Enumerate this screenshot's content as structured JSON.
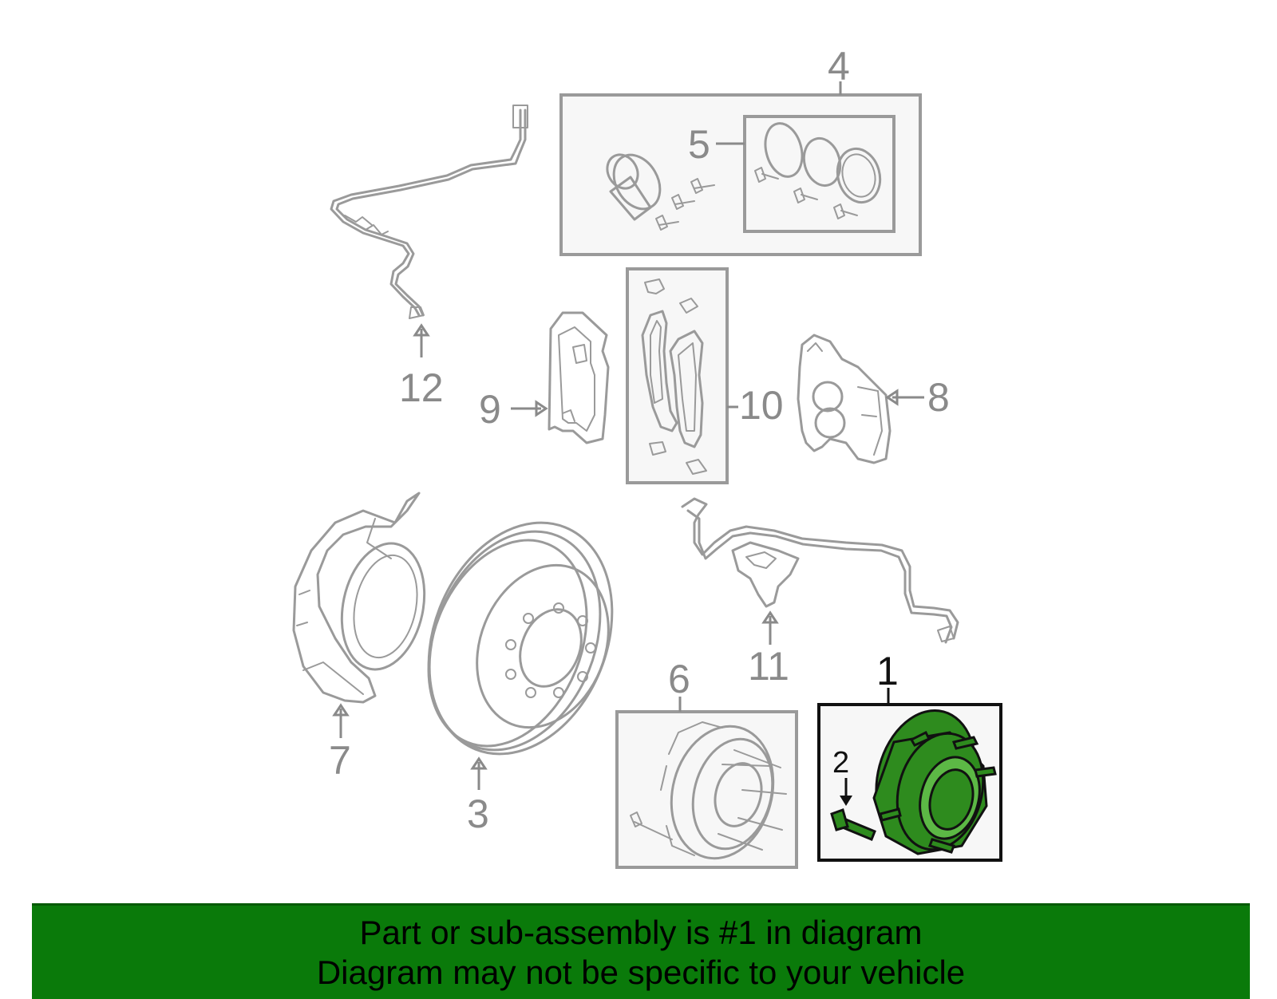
{
  "callouts": {
    "c1": "1",
    "c2": "2",
    "c3": "3",
    "c4": "4",
    "c5": "5",
    "c6": "6",
    "c7": "7",
    "c8": "8",
    "c9": "9",
    "c10": "10",
    "c11": "11",
    "c12": "12"
  },
  "highlight": {
    "part": "1",
    "color": "#2e8b1e"
  },
  "banner": {
    "line1": "Part or sub-assembly is #1 in diagram",
    "line2": "Diagram may not be specific to your vehicle",
    "background": "#0a7a0a"
  }
}
